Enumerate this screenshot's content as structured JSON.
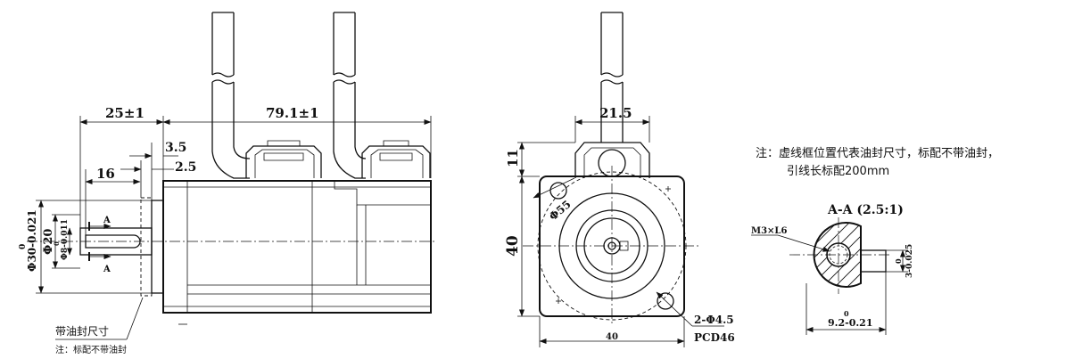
{
  "side_view": {
    "dim_shaft_length": "25±1",
    "dim_body_length": "79.1±1",
    "dim_flange_1": "3.5",
    "dim_flange_2": "2.5",
    "dim_key_length": "16",
    "dim_spigot_dia": "Φ30-0.021",
    "dim_spigot_upper": "0",
    "dim_shaft_dia": "Φ20",
    "dim_key_dia": "Φ8-0.011",
    "dim_key_upper": "0",
    "section_mark": "A",
    "note_oil_seal_size": "带油封尺寸",
    "note_oil_seal_default": "注：标配不带油封"
  },
  "front_view": {
    "dim_connector_width": "21.5",
    "dim_connector_height": "11",
    "dim_height": "40",
    "dim_width": "40",
    "dim_circle": "Φ55",
    "dim_holes": "2-Φ4.5",
    "dim_pcd": "PCD46"
  },
  "note": {
    "line1": "注：虚线框位置代表油封尺寸，标配不带油封，",
    "line2": "引线长标配200mm"
  },
  "section_view": {
    "title": "A-A (2.5:1)",
    "thread_label": "M3×L6",
    "dim_width": "9.2-0.21",
    "dim_width_upper": "0",
    "dim_flat": "3-0.025",
    "dim_flat_upper": "0"
  }
}
